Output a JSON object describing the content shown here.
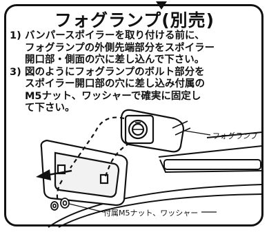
{
  "title": "フォグランプ(別売)",
  "steps": [
    {
      "number": "1)",
      "lines": [
        "バンパースポイラーを取り付ける前に、",
        "フォグランプの外側先端部分をスポイラー",
        "開口部・側面の穴に差し込んで下さい。"
      ]
    },
    {
      "number": "3)",
      "lines": [
        "図のようにフォグランプのボルト部分を",
        "スポイラー開口部の穴に差し込み付属の",
        "M5ナット、ワッシャーで確実に固定し",
        "て下さい。"
      ]
    }
  ],
  "labels": {
    "fog_lamp": "フォグランプ",
    "hardware": "付属M5ナット、ワッシャー"
  }
}
